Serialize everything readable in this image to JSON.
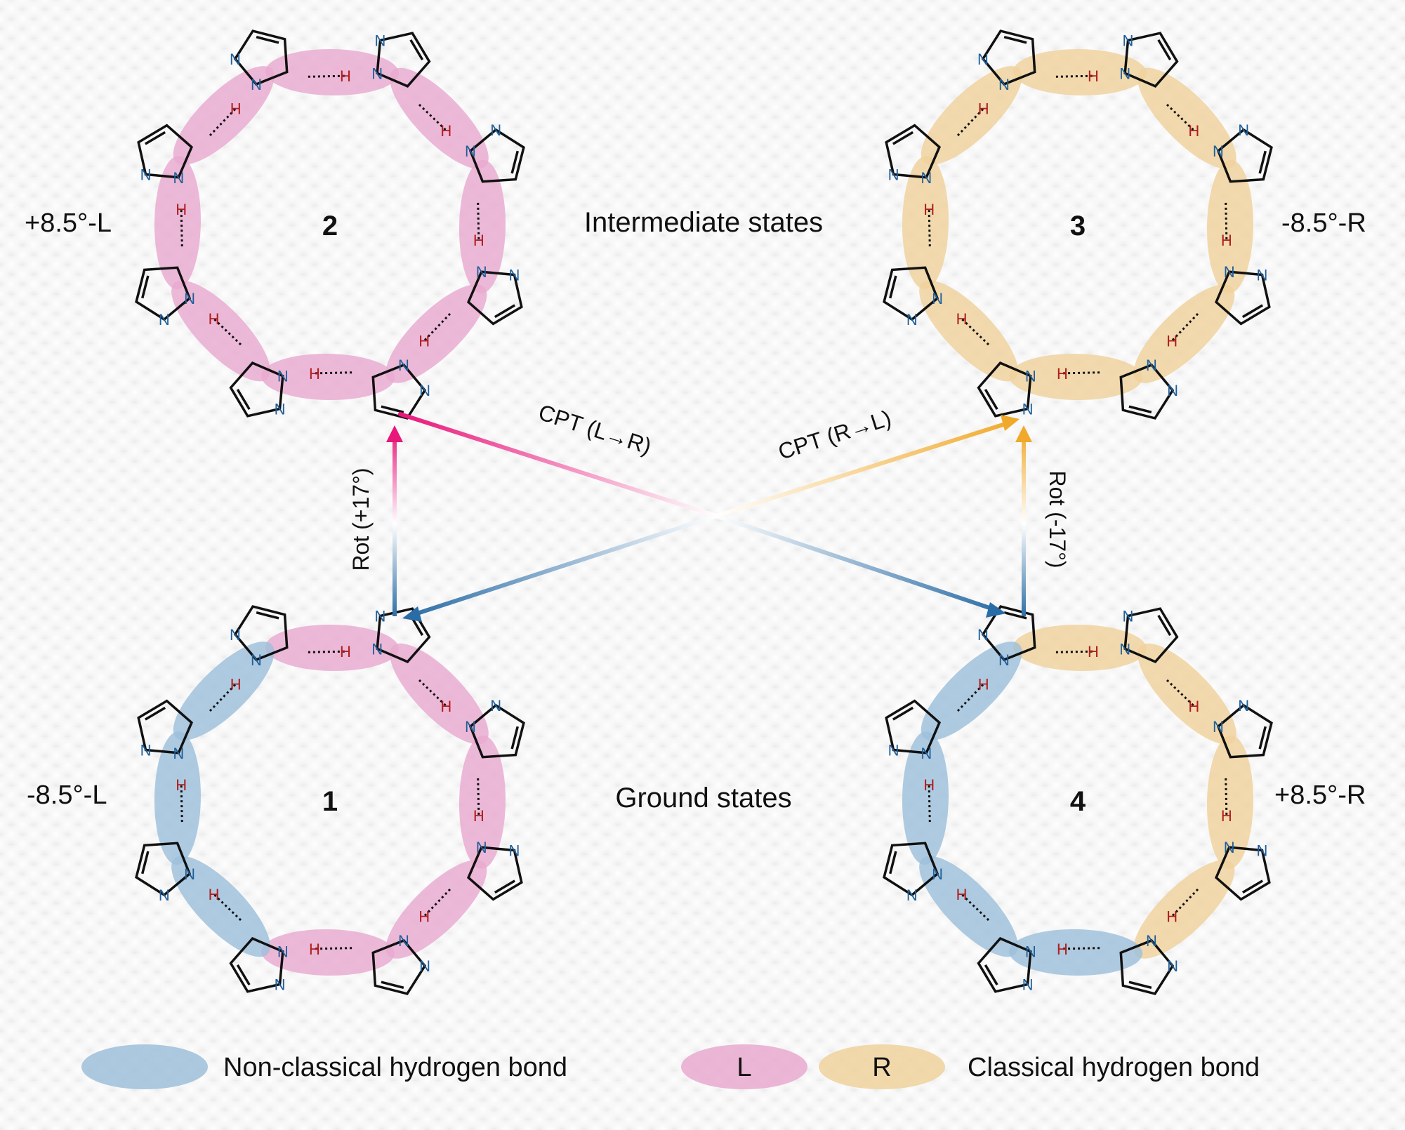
{
  "colors": {
    "L": "#e9a9cf",
    "R": "#efd29c",
    "nonclassical": "#9dbfda",
    "arrow_pink": "#e8177a",
    "arrow_orange": "#f0a92a",
    "arrow_blue": "#2a6ca5",
    "N_atom": "#1f5f9a",
    "H_atom": "#b01e1e"
  },
  "center_labels": {
    "intermediate": "Intermediate states",
    "ground": "Ground states"
  },
  "arrows": {
    "cpt_lr": "CPT (L→R)",
    "cpt_rl": "CPT (R→L)",
    "rot_plus": "Rot (+17°)",
    "rot_minus": "Rot (-17°)"
  },
  "structures": [
    {
      "id": "2",
      "angle_label": "+8.5°-L",
      "bonds": [
        "L",
        "L",
        "L",
        "L",
        "L",
        "L",
        "L",
        "L"
      ]
    },
    {
      "id": "3",
      "angle_label": "-8.5°-R",
      "bonds": [
        "R",
        "R",
        "R",
        "R",
        "R",
        "R",
        "R",
        "R"
      ]
    },
    {
      "id": "1",
      "angle_label": "-8.5°-L",
      "bonds": [
        "L",
        "L",
        "L",
        "L",
        "L",
        "nonclassical",
        "nonclassical",
        "nonclassical"
      ]
    },
    {
      "id": "4",
      "angle_label": "+8.5°-R",
      "bonds": [
        "R",
        "R",
        "R",
        "R",
        "nonclassical",
        "nonclassical",
        "nonclassical",
        "nonclassical"
      ]
    }
  ],
  "atoms": {
    "N": "N",
    "H": "H"
  },
  "legend": {
    "nonclassical_label": "Non-classical hydrogen bond",
    "L_label": "L",
    "R_label": "R",
    "classical_label": "Classical hydrogen bond"
  }
}
